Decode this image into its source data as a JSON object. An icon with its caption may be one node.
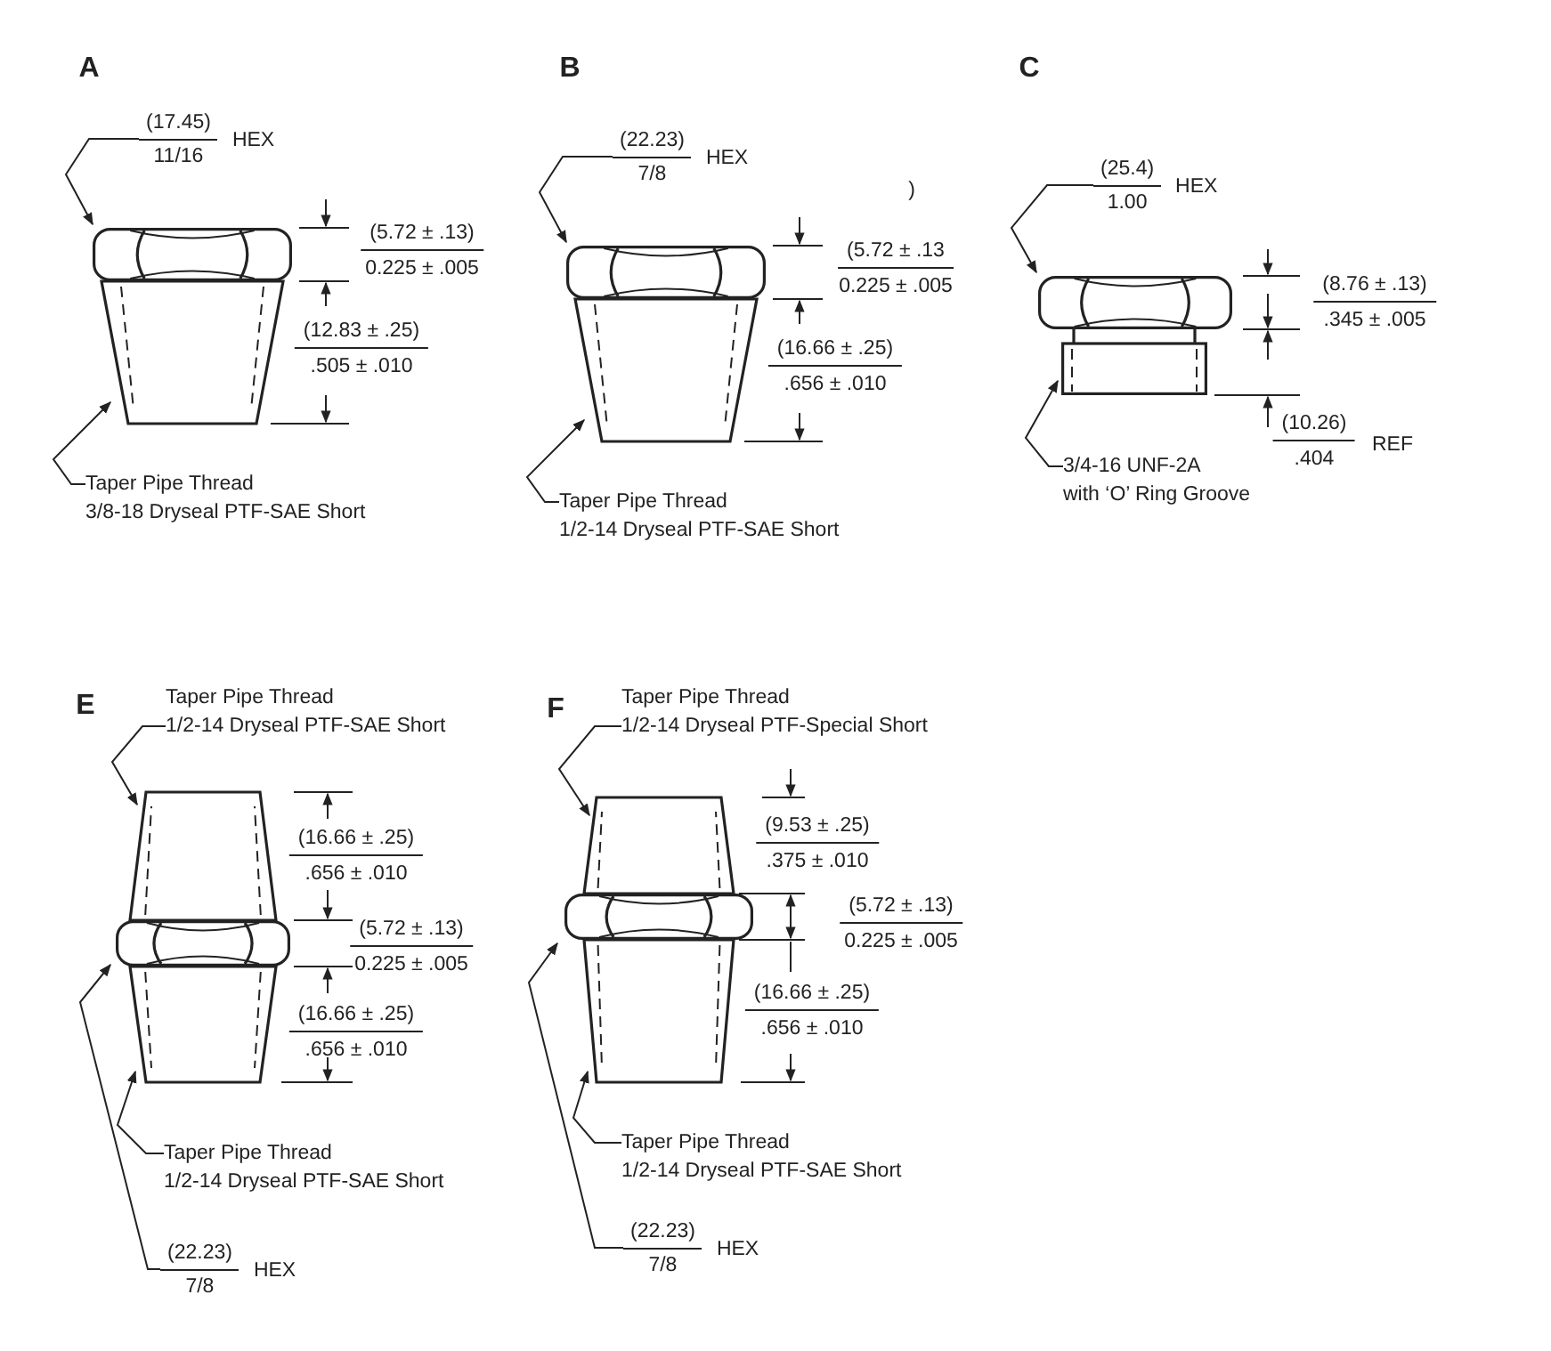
{
  "diagram": {
    "nodes": [
      {
        "text": [
          "(17.45)",
          "11/16",
          "HEX"
        ]
      },
      {
        "text": [],
        "shape": "picture"
      },
      {
        "text": [],
        "shape": "picture"
      },
      {
        "text": [
          "Taper Pipe Thread",
          "3/8-18 Dryseal PTF-SAE Short"
        ]
      },
      {
        "text": [
          "(22.23)",
          "7/8",
          "HEX"
        ]
      },
      {
        "text": [],
        "shape": "picture"
      },
      {
        "text": [],
        "shape": "picture"
      },
      {
        "text": [
          "Taper Pipe Thread",
          "1/2-14 Dryseal PTF-SAE Short"
        ]
      },
      {
        "text": [
          "(25.4)",
          "1.00",
          "HEX"
        ]
      },
      {
        "text": [],
        "shape": "picture"
      },
      {
        "text": [],
        "shape": "picture"
      },
      {
        "text": [
          "3/4-16 UNF-2A",
          "with ‘O’ Ring Groove"
        ]
      },
      {
        "text": [
          "Taper Pipe Thread",
          "1/2-14 Dryseal PTF-SAE Short"
        ]
      },
      {
        "text": [],
        "shape": "picture"
      },
      {
        "text": [],
        "shape": "picture"
      },
      {
        "text": [],
        "shape": "picture"
      },
      {
        "text": [
          "Taper Pipe Thread",
          "1/2-14 Dryseal PTF-SAE Short"
        ]
      },
      {
        "text": [
          "(22.23)",
          "7/8",
          "HEX"
        ]
      },
      {
        "text": [
          "Taper Pipe Thread",
          "1/2-14 Dryseal PTF-Special Short"
        ]
      },
      {
        "text": [],
        "shape": "picture"
      },
      {
        "text": [],
        "shape": "picture"
      },
      {
        "text": [],
        "shape": "picture"
      },
      {
        "text": [
          "Taper Pipe Thread",
          "1/2-14 Dryseal PTF-SAE Short"
        ]
      },
      {
        "text": [
          "(22.23)",
          "7/8",
          "HEX"
        ]
      }
    ],
    "edges": [
      {
        "from": 0,
        "to": 1,
        "arrow": "to"
      },
      {
        "from": 3,
        "to": 2,
        "arrow": "to"
      },
      {
        "from": 4,
        "to": 5,
        "arrow": "to"
      },
      {
        "from": 7,
        "to": 6,
        "arrow": "to"
      },
      {
        "from": 8,
        "to": 9,
        "arrow": "to"
      },
      {
        "from": 11,
        "to": 10,
        "arrow": "to"
      },
      {
        "from": 12,
        "to": 13,
        "arrow": "to"
      },
      {
        "from": 16,
        "to": 15,
        "arrow": "to"
      },
      {
        "from": 17,
        "to": 14,
        "arrow": "to"
      },
      {
        "from": 18,
        "to": 19,
        "arrow": "to"
      },
      {
        "from": 22,
        "to": 21,
        "arrow": "to"
      },
      {
        "from": 23,
        "to": 20,
        "arrow": "to"
      }
    ],
    "labels": [
      "A",
      "(5.72 ± .13)",
      "0.225 ± .005",
      "(12.83 ± .25)",
      ".505 ± .010",
      "B",
      ")",
      "(5.72 ± .13",
      "0.225 ± .005",
      "(16.66 ± .25)",
      ".656 ± .010",
      "C",
      "(8.76 ± .13)",
      ".345 ± .005",
      "(10.26)",
      ".404",
      "REF",
      "E",
      "(16.66 ± .25)",
      ".656 ± .010",
      "(5.72 ± .13)",
      "0.225 ± .005",
      "(16.66 ± .25)",
      ".656 ± .010",
      "F",
      "(9.53 ± .25)",
      ".375 ± .010",
      "(5.72 ± .13)",
      "0.225 ± .005",
      "(16.66 ± .25)",
      ".656 ± .010"
    ]
  }
}
